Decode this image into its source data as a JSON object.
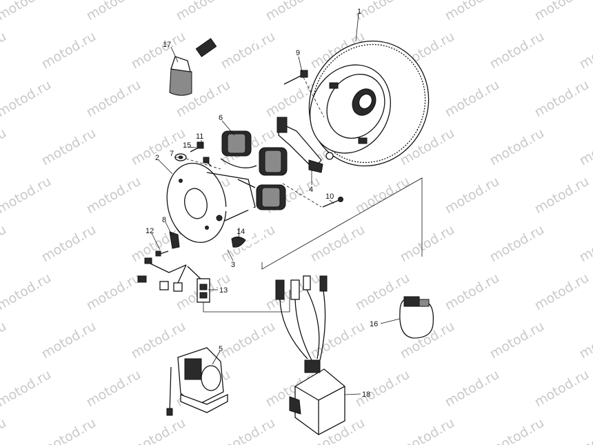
{
  "watermark": {
    "text": "motod.ru"
  },
  "callouts": {
    "1": "1",
    "2": "2",
    "3": "3",
    "4": "4",
    "5": "5",
    "6": "6",
    "7": "7",
    "8": "8",
    "9": "9",
    "10": "10",
    "11": "11",
    "12": "12",
    "13": "13",
    "14": "14",
    "15": "15",
    "16": "16",
    "17": "17",
    "18": "18"
  }
}
